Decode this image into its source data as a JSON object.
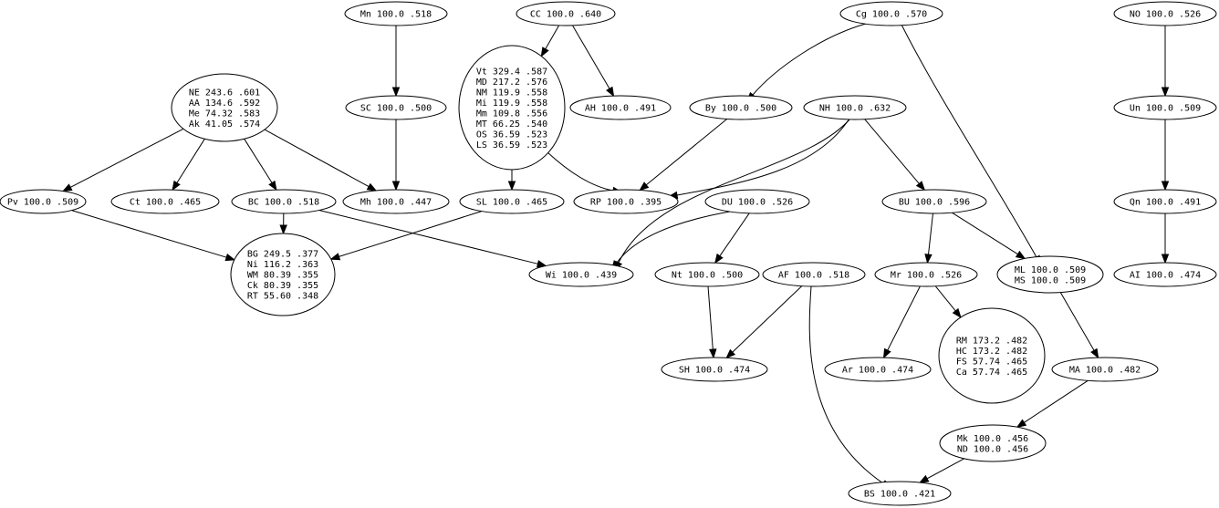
{
  "nodes": {
    "mn": [
      "Mn 100.0 .518"
    ],
    "cc": [
      "CC 100.0 .640"
    ],
    "cg": [
      "Cg 100.0 .570"
    ],
    "no": [
      "NO 100.0 .526"
    ],
    "ne": [
      "NE 243.6 .601",
      "AA 134.6 .592",
      "Me 74.32 .583",
      "Ak 41.05 .574"
    ],
    "sc": [
      "SC 100.0 .500"
    ],
    "vt": [
      "Vt 329.4 .587",
      "MD 217.2 .576",
      "NM 119.9 .558",
      "Mi 119.9 .558",
      "Mm 109.8 .556",
      "MT 66.25 .540",
      "OS 36.59 .523",
      "LS 36.59 .523"
    ],
    "ah": [
      "AH 100.0 .491"
    ],
    "by": [
      "By 100.0 .500"
    ],
    "nh": [
      "NH 100.0 .632"
    ],
    "un": [
      "Un 100.0 .509"
    ],
    "pv": [
      "Pv 100.0 .509"
    ],
    "ct": [
      "Ct 100.0 .465"
    ],
    "bc": [
      "BC 100.0 .518"
    ],
    "mh": [
      "Mh 100.0 .447"
    ],
    "sl": [
      "SL 100.0 .465"
    ],
    "rp": [
      "RP 100.0 .395"
    ],
    "du": [
      "DU 100.0 .526"
    ],
    "bu": [
      "BU 100.0 .596"
    ],
    "qn": [
      "Qn 100.0 .491"
    ],
    "bg": [
      "BG 249.5 .377",
      "Ni 116.2 .363",
      "WM 80.39 .355",
      "Ck 80.39 .355",
      "RT 55.60 .348"
    ],
    "wi": [
      "Wi 100.0 .439"
    ],
    "nt": [
      "Nt 100.0 .500"
    ],
    "af": [
      "AF 100.0 .518"
    ],
    "mr": [
      "Mr 100.0 .526"
    ],
    "ml": [
      "ML 100.0 .509",
      "MS 100.0 .509"
    ],
    "ai": [
      "AI 100.0 .474"
    ],
    "sh": [
      "SH 100.0 .474"
    ],
    "ar": [
      "Ar 100.0 .474"
    ],
    "rm": [
      "RM 173.2 .482",
      "HC 173.2 .482",
      "FS 57.74 .465",
      "Ca 57.74 .465"
    ],
    "ma": [
      "MA 100.0 .482"
    ],
    "mk": [
      "Mk 100.0 .456",
      "ND 100.0 .456"
    ],
    "bs": [
      "BS 100.0 .421"
    ]
  },
  "edges": [
    [
      "mn",
      "sc"
    ],
    [
      "sc",
      "mh"
    ],
    [
      "cc",
      "vt"
    ],
    [
      "cc",
      "ah"
    ],
    [
      "cg",
      "by"
    ],
    [
      "cg",
      "ml"
    ],
    [
      "no",
      "un"
    ],
    [
      "un",
      "qn"
    ],
    [
      "qn",
      "ai"
    ],
    [
      "ne",
      "pv"
    ],
    [
      "ne",
      "ct"
    ],
    [
      "ne",
      "bc"
    ],
    [
      "ne",
      "mh"
    ],
    [
      "vt",
      "sl"
    ],
    [
      "vt",
      "rp"
    ],
    [
      "by",
      "rp"
    ],
    [
      "nh",
      "rp"
    ],
    [
      "nh",
      "wi"
    ],
    [
      "nh",
      "bu"
    ],
    [
      "pv",
      "bg"
    ],
    [
      "bc",
      "bg"
    ],
    [
      "bc",
      "wi"
    ],
    [
      "sl",
      "bg"
    ],
    [
      "du",
      "wi"
    ],
    [
      "du",
      "nt"
    ],
    [
      "nt",
      "sh"
    ],
    [
      "af",
      "sh"
    ],
    [
      "af",
      "bs"
    ],
    [
      "bu",
      "mr"
    ],
    [
      "bu",
      "ml"
    ],
    [
      "mr",
      "ar"
    ],
    [
      "mr",
      "rm"
    ],
    [
      "ml",
      "ma"
    ],
    [
      "ma",
      "mk"
    ],
    [
      "mk",
      "bs"
    ]
  ]
}
